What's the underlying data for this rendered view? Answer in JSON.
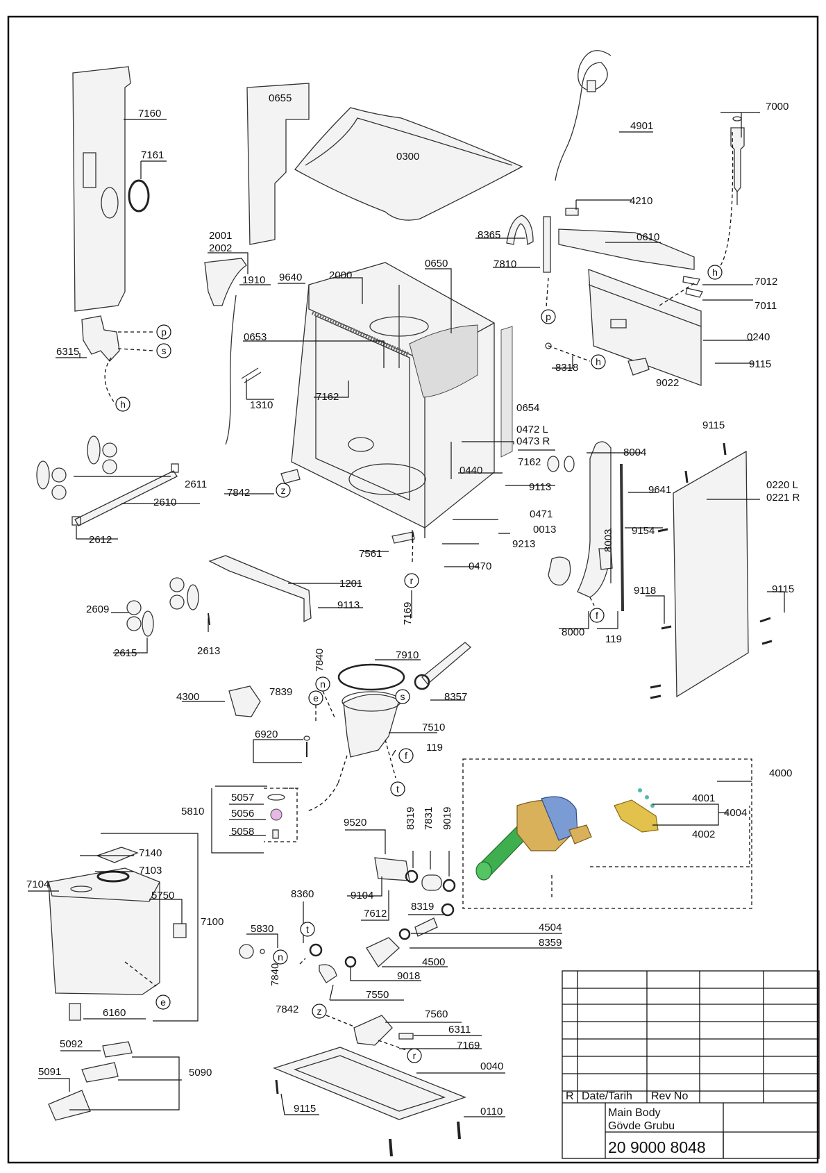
{
  "parts": [
    {
      "id": "p0655",
      "label": "0655"
    },
    {
      "id": "p0300",
      "label": "0300"
    },
    {
      "id": "p7160",
      "label": "7160"
    },
    {
      "id": "p7161",
      "label": "7161"
    },
    {
      "id": "p6315",
      "label": "6315"
    },
    {
      "id": "p4901",
      "label": "4901"
    },
    {
      "id": "p7000",
      "label": "7000"
    },
    {
      "id": "p4210",
      "label": "4210"
    },
    {
      "id": "p8365",
      "label": "8365"
    },
    {
      "id": "p0610",
      "label": "0610"
    },
    {
      "id": "p7810",
      "label": "7810"
    },
    {
      "id": "p0650",
      "label": "0650"
    },
    {
      "id": "p2001",
      "label": "2001"
    },
    {
      "id": "p2002",
      "label": "2002"
    },
    {
      "id": "p1910",
      "label": "1910"
    },
    {
      "id": "p9640",
      "label": "9640"
    },
    {
      "id": "p2000",
      "label": "2000"
    },
    {
      "id": "p7012",
      "label": "7012"
    },
    {
      "id": "p7011",
      "label": "7011"
    },
    {
      "id": "p0240",
      "label": "0240"
    },
    {
      "id": "p0653",
      "label": "0653"
    },
    {
      "id": "p8318",
      "label": "8318"
    },
    {
      "id": "p9115a",
      "label": "9115"
    },
    {
      "id": "p9022",
      "label": "9022"
    },
    {
      "id": "p1310",
      "label": "1310"
    },
    {
      "id": "p7162a",
      "label": "7162"
    },
    {
      "id": "p0654",
      "label": "0654"
    },
    {
      "id": "p0472",
      "label": "0472 L"
    },
    {
      "id": "p0473",
      "label": "0473 R"
    },
    {
      "id": "p9115b",
      "label": "9115"
    },
    {
      "id": "p2611",
      "label": "2611"
    },
    {
      "id": "p2610",
      "label": "2610"
    },
    {
      "id": "p2612",
      "label": "2612"
    },
    {
      "id": "p7842a",
      "label": "7842"
    },
    {
      "id": "p0440",
      "label": "0440"
    },
    {
      "id": "p7162b",
      "label": "7162"
    },
    {
      "id": "p8004",
      "label": "8004"
    },
    {
      "id": "p9113a",
      "label": "9113"
    },
    {
      "id": "p9641",
      "label": "9641"
    },
    {
      "id": "p0220",
      "label": "0220 L"
    },
    {
      "id": "p0221",
      "label": "0221 R"
    },
    {
      "id": "p0471",
      "label": "0471"
    },
    {
      "id": "p0013",
      "label": "0013"
    },
    {
      "id": "p9154",
      "label": "9154"
    },
    {
      "id": "p8003",
      "label": "8003"
    },
    {
      "id": "p7561",
      "label": "7561"
    },
    {
      "id": "p9213",
      "label": "9213"
    },
    {
      "id": "p0470",
      "label": "0470"
    },
    {
      "id": "p1201",
      "label": "1201"
    },
    {
      "id": "p7169a",
      "label": "7169"
    },
    {
      "id": "p9113b",
      "label": "9113"
    },
    {
      "id": "p2609",
      "label": "2609"
    },
    {
      "id": "p9118",
      "label": "9118"
    },
    {
      "id": "p9115c",
      "label": "9115"
    },
    {
      "id": "p8000",
      "label": "8000"
    },
    {
      "id": "p119a",
      "label": "119"
    },
    {
      "id": "p2615",
      "label": "2615"
    },
    {
      "id": "p2613",
      "label": "2613"
    },
    {
      "id": "p7840a",
      "label": "7840"
    },
    {
      "id": "p7910",
      "label": "7910"
    },
    {
      "id": "p4300",
      "label": "4300"
    },
    {
      "id": "p7839",
      "label": "7839"
    },
    {
      "id": "p8357",
      "label": "8357"
    },
    {
      "id": "p7510",
      "label": "7510"
    },
    {
      "id": "p6920",
      "label": "6920"
    },
    {
      "id": "p119b",
      "label": "119"
    },
    {
      "id": "p4000",
      "label": "4000"
    },
    {
      "id": "p5057",
      "label": "5057"
    },
    {
      "id": "p5810",
      "label": "5810"
    },
    {
      "id": "p5056",
      "label": "5056"
    },
    {
      "id": "p5058",
      "label": "5058"
    },
    {
      "id": "p4001",
      "label": "4001"
    },
    {
      "id": "p4004",
      "label": "4004"
    },
    {
      "id": "p4002",
      "label": "4002"
    },
    {
      "id": "p9520",
      "label": "9520"
    },
    {
      "id": "p8319a",
      "label": "8319"
    },
    {
      "id": "p7831",
      "label": "7831"
    },
    {
      "id": "p9019",
      "label": "9019"
    },
    {
      "id": "p7140",
      "label": "7140"
    },
    {
      "id": "p7103",
      "label": "7103"
    },
    {
      "id": "p7104",
      "label": "7104"
    },
    {
      "id": "p5750",
      "label": "5750"
    },
    {
      "id": "p8360",
      "label": "8360"
    },
    {
      "id": "p9104",
      "label": "9104"
    },
    {
      "id": "p8319b",
      "label": "8319"
    },
    {
      "id": "p7612",
      "label": "7612"
    },
    {
      "id": "p7100",
      "label": "7100"
    },
    {
      "id": "p5830",
      "label": "5830"
    },
    {
      "id": "p4504",
      "label": "4504"
    },
    {
      "id": "p8359",
      "label": "8359"
    },
    {
      "id": "p4500",
      "label": "4500"
    },
    {
      "id": "p7840b",
      "label": "7840"
    },
    {
      "id": "p9018",
      "label": "9018"
    },
    {
      "id": "p7550",
      "label": "7550"
    },
    {
      "id": "p6160",
      "label": "6160"
    },
    {
      "id": "p7842b",
      "label": "7842"
    },
    {
      "id": "p7560",
      "label": "7560"
    },
    {
      "id": "p6311",
      "label": "6311"
    },
    {
      "id": "p7169b",
      "label": "7169"
    },
    {
      "id": "p5092",
      "label": "5092"
    },
    {
      "id": "p5091",
      "label": "5091"
    },
    {
      "id": "p5090",
      "label": "5090"
    },
    {
      "id": "p0040",
      "label": "0040"
    },
    {
      "id": "p9115d",
      "label": "9115"
    },
    {
      "id": "p0110",
      "label": "0110"
    }
  ],
  "connectors": [
    "p",
    "s",
    "h",
    "h",
    "p",
    "h",
    "z",
    "r",
    "f",
    "n",
    "e",
    "s",
    "f",
    "t",
    "t",
    "n",
    "e",
    "z",
    "r"
  ],
  "title_block": {
    "rev_label": "R",
    "date_label": "Date/Tarih",
    "revno_label": "Rev No",
    "title_line1": "Main Body",
    "title_line2": "Gövde Grubu",
    "drawing_number": "20 9000 8048"
  },
  "colors": {
    "pump_motor": "#7a9bd4",
    "pump_body": "#d9b15a",
    "impeller_tube": "#3fae4e",
    "heater_plate": "#e2c14d",
    "salt_cap": "#e7b8e6",
    "teal_screw": "#4fb7b0"
  }
}
